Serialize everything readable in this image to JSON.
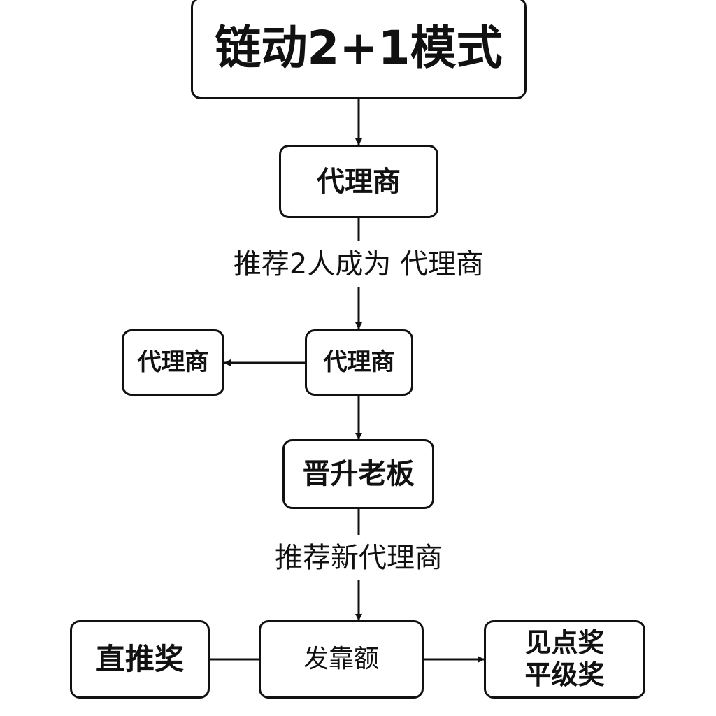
{
  "diagram": {
    "title": "链动2+1模式",
    "nodes": {
      "agent_top": "代理商",
      "agent_left": "代理商",
      "agent_mid": "代理商",
      "promote_boss": "晋升老板",
      "direct_award": "直推奖",
      "issue_quota": "发靠额",
      "see_point_award": "见点奖",
      "peer_award": "平级奖"
    },
    "edge_labels": {
      "recommend_two": "推荐2人成为 代理商",
      "recommend_new": "推荐新代理商"
    }
  },
  "colors": {
    "stroke": "#111111",
    "background": "#ffffff"
  }
}
